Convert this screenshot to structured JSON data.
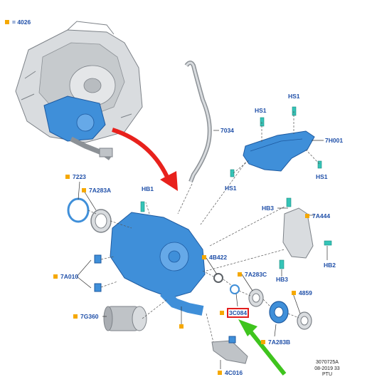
{
  "legend": {
    "marker_color": "#f5a800",
    "text": "= 4026"
  },
  "callouts": [
    {
      "id": "c7034",
      "text": "7034",
      "marker": false
    },
    {
      "id": "cHS1a",
      "text": "HS1",
      "marker": false
    },
    {
      "id": "cHS1b",
      "text": "HS1",
      "marker": false
    },
    {
      "id": "cHS1c",
      "text": "HS1",
      "marker": false
    },
    {
      "id": "cHS1d",
      "text": "HS1",
      "marker": false
    },
    {
      "id": "c7H001",
      "text": "7H001",
      "marker": false
    },
    {
      "id": "c7223",
      "text": "7223",
      "marker": true
    },
    {
      "id": "c7A283A",
      "text": "7A283A",
      "marker": true
    },
    {
      "id": "cHB1",
      "text": "HB1",
      "marker": false
    },
    {
      "id": "cHB3a",
      "text": "HB3",
      "marker": false
    },
    {
      "id": "c7A444",
      "text": "7A444",
      "marker": true
    },
    {
      "id": "cHB2",
      "text": "HB2",
      "marker": false
    },
    {
      "id": "cHB3b",
      "text": "HB3",
      "marker": false
    },
    {
      "id": "c4B422",
      "text": "4B422",
      "marker": true
    },
    {
      "id": "c7A283C",
      "text": "7A283C",
      "marker": true
    },
    {
      "id": "c7A010",
      "text": "7A010",
      "marker": true
    },
    {
      "id": "c4859",
      "text": "4859",
      "marker": true
    },
    {
      "id": "c3C084",
      "text": "3C084",
      "marker": true,
      "highlighted": true
    },
    {
      "id": "c7G360",
      "text": "7G360",
      "marker": true
    },
    {
      "id": "c7A283B",
      "text": "7A283B",
      "marker": true
    },
    {
      "id": "c4C016",
      "text": "4C016",
      "marker": true
    }
  ],
  "stamp": {
    "line1": "3070725A",
    "line2": "08-2019 33",
    "line3": "PTU"
  },
  "colors": {
    "part_blue": "#3f8fd9",
    "callout_text": "#1f4fa8",
    "red_arrow": "#e8211c",
    "green_arrow": "#3fc41e",
    "highlight_box": "#e21d1d"
  }
}
